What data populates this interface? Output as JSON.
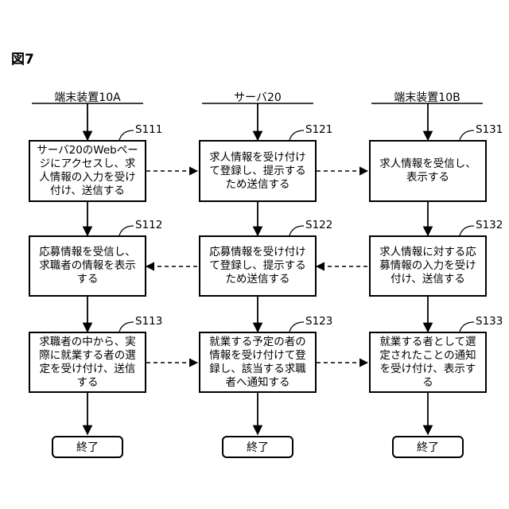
{
  "figure_label": "図7",
  "lanes": [
    {
      "label": "端末装置10A"
    },
    {
      "label": "サーバ20"
    },
    {
      "label": "端末装置10B"
    }
  ],
  "steps": {
    "s111": {
      "id": "S111",
      "text": "サーバ20のWebページにアクセスし、求人情報の入力を受け付け、送信する"
    },
    "s112": {
      "id": "S112",
      "text": "応募情報を受信し、求職者の情報を表示する"
    },
    "s113": {
      "id": "S113",
      "text": "求職者の中から、実際に就業する者の選定を受け付け、送信する"
    },
    "s121": {
      "id": "S121",
      "text": "求人情報を受け付けて登録し、提示するため送信する"
    },
    "s122": {
      "id": "S122",
      "text": "応募情報を受け付けて登録し、提示するため送信する"
    },
    "s123": {
      "id": "S123",
      "text": "就業する予定の者の情報を受け付けて登録し、該当する求職者へ通知する"
    },
    "s131": {
      "id": "S131",
      "text": "求人情報を受信し、表示する"
    },
    "s132": {
      "id": "S132",
      "text": "求人情報に対する応募情報の入力を受け付け、送信する"
    },
    "s133": {
      "id": "S133",
      "text": "就業する者として選定されたことの通知を受け付け、表示する"
    }
  },
  "end_label": "終了"
}
